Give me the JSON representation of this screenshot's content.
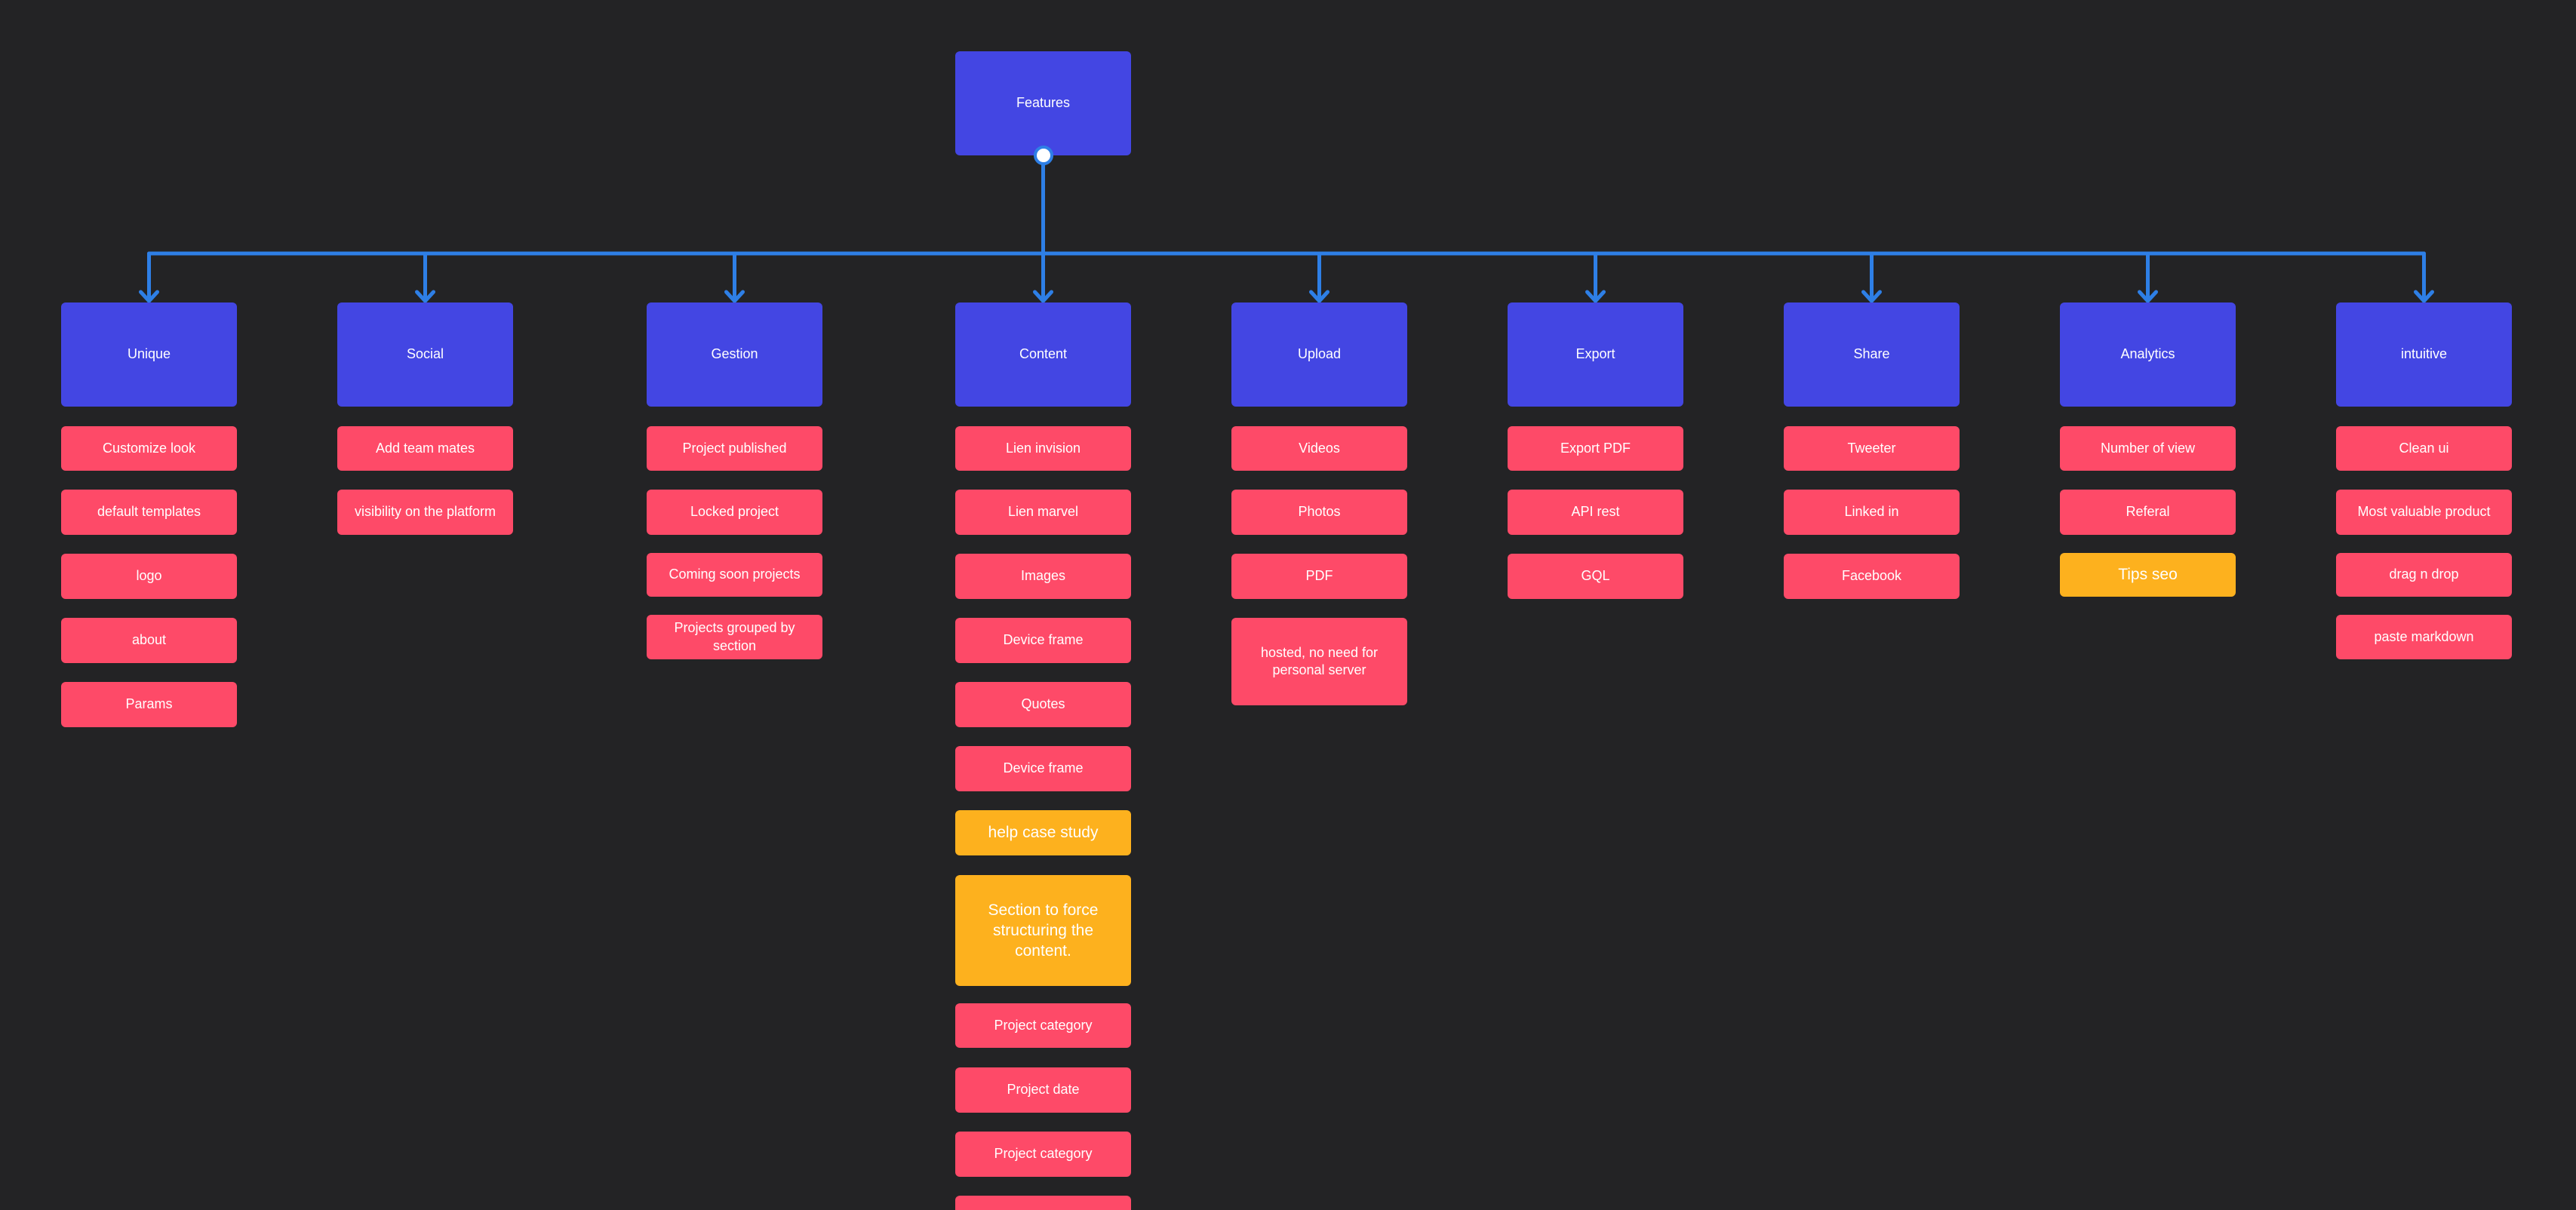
{
  "diagram": {
    "root": {
      "label": "Features"
    },
    "colors": {
      "background": "#232325",
      "category": "#4346e3",
      "item": "#fe4a68",
      "highlight": "#fdb11e",
      "connector": "#2e7fe6"
    },
    "categories": [
      {
        "label": "Unique",
        "items": [
          {
            "label": "Customize look",
            "color": "pink"
          },
          {
            "label": "default templates",
            "color": "pink"
          },
          {
            "label": "logo",
            "color": "pink"
          },
          {
            "label": "about",
            "color": "pink"
          },
          {
            "label": "Params",
            "color": "pink"
          }
        ]
      },
      {
        "label": "Social",
        "items": [
          {
            "label": "Add team mates",
            "color": "pink"
          },
          {
            "label": "visibility on the platform",
            "color": "pink"
          }
        ]
      },
      {
        "label": "Gestion",
        "items": [
          {
            "label": "Project published",
            "color": "pink"
          },
          {
            "label": "Locked project",
            "color": "pink"
          },
          {
            "label": "Coming soon projects",
            "color": "pink"
          },
          {
            "label": "Projects grouped by section",
            "color": "pink"
          }
        ]
      },
      {
        "label": "Content",
        "items": [
          {
            "label": "Lien invision",
            "color": "pink"
          },
          {
            "label": "Lien marvel",
            "color": "pink"
          },
          {
            "label": "Images",
            "color": "pink"
          },
          {
            "label": "Device frame",
            "color": "pink"
          },
          {
            "label": "Quotes",
            "color": "pink"
          },
          {
            "label": "Device frame",
            "color": "pink"
          },
          {
            "label": "help case study",
            "color": "yellow"
          },
          {
            "label": "Section to force structuring the content.",
            "color": "yellow"
          },
          {
            "label": "Project category",
            "color": "pink"
          },
          {
            "label": "Project date",
            "color": "pink"
          },
          {
            "label": "Project category",
            "color": "pink"
          },
          {
            "label": "",
            "color": "pink"
          }
        ]
      },
      {
        "label": "Upload",
        "items": [
          {
            "label": "Videos",
            "color": "pink"
          },
          {
            "label": "Photos",
            "color": "pink"
          },
          {
            "label": "PDF",
            "color": "pink"
          },
          {
            "label": "hosted, no need for personal server",
            "color": "pink"
          }
        ]
      },
      {
        "label": "Export",
        "items": [
          {
            "label": "Export PDF",
            "color": "pink"
          },
          {
            "label": "API rest",
            "color": "pink"
          },
          {
            "label": "GQL",
            "color": "pink"
          }
        ]
      },
      {
        "label": "Share",
        "items": [
          {
            "label": "Tweeter",
            "color": "pink"
          },
          {
            "label": "Linked in",
            "color": "pink"
          },
          {
            "label": "Facebook",
            "color": "pink"
          }
        ]
      },
      {
        "label": "Analytics",
        "items": [
          {
            "label": "Number of view",
            "color": "pink"
          },
          {
            "label": "Referal",
            "color": "pink"
          },
          {
            "label": "Tips seo",
            "color": "yellow"
          }
        ]
      },
      {
        "label": "intuitive",
        "items": [
          {
            "label": "Clean ui",
            "color": "pink"
          },
          {
            "label": "Most valuable product",
            "color": "pink"
          },
          {
            "label": "drag n drop",
            "color": "pink"
          },
          {
            "label": "paste markdown",
            "color": "pink"
          }
        ]
      }
    ]
  }
}
